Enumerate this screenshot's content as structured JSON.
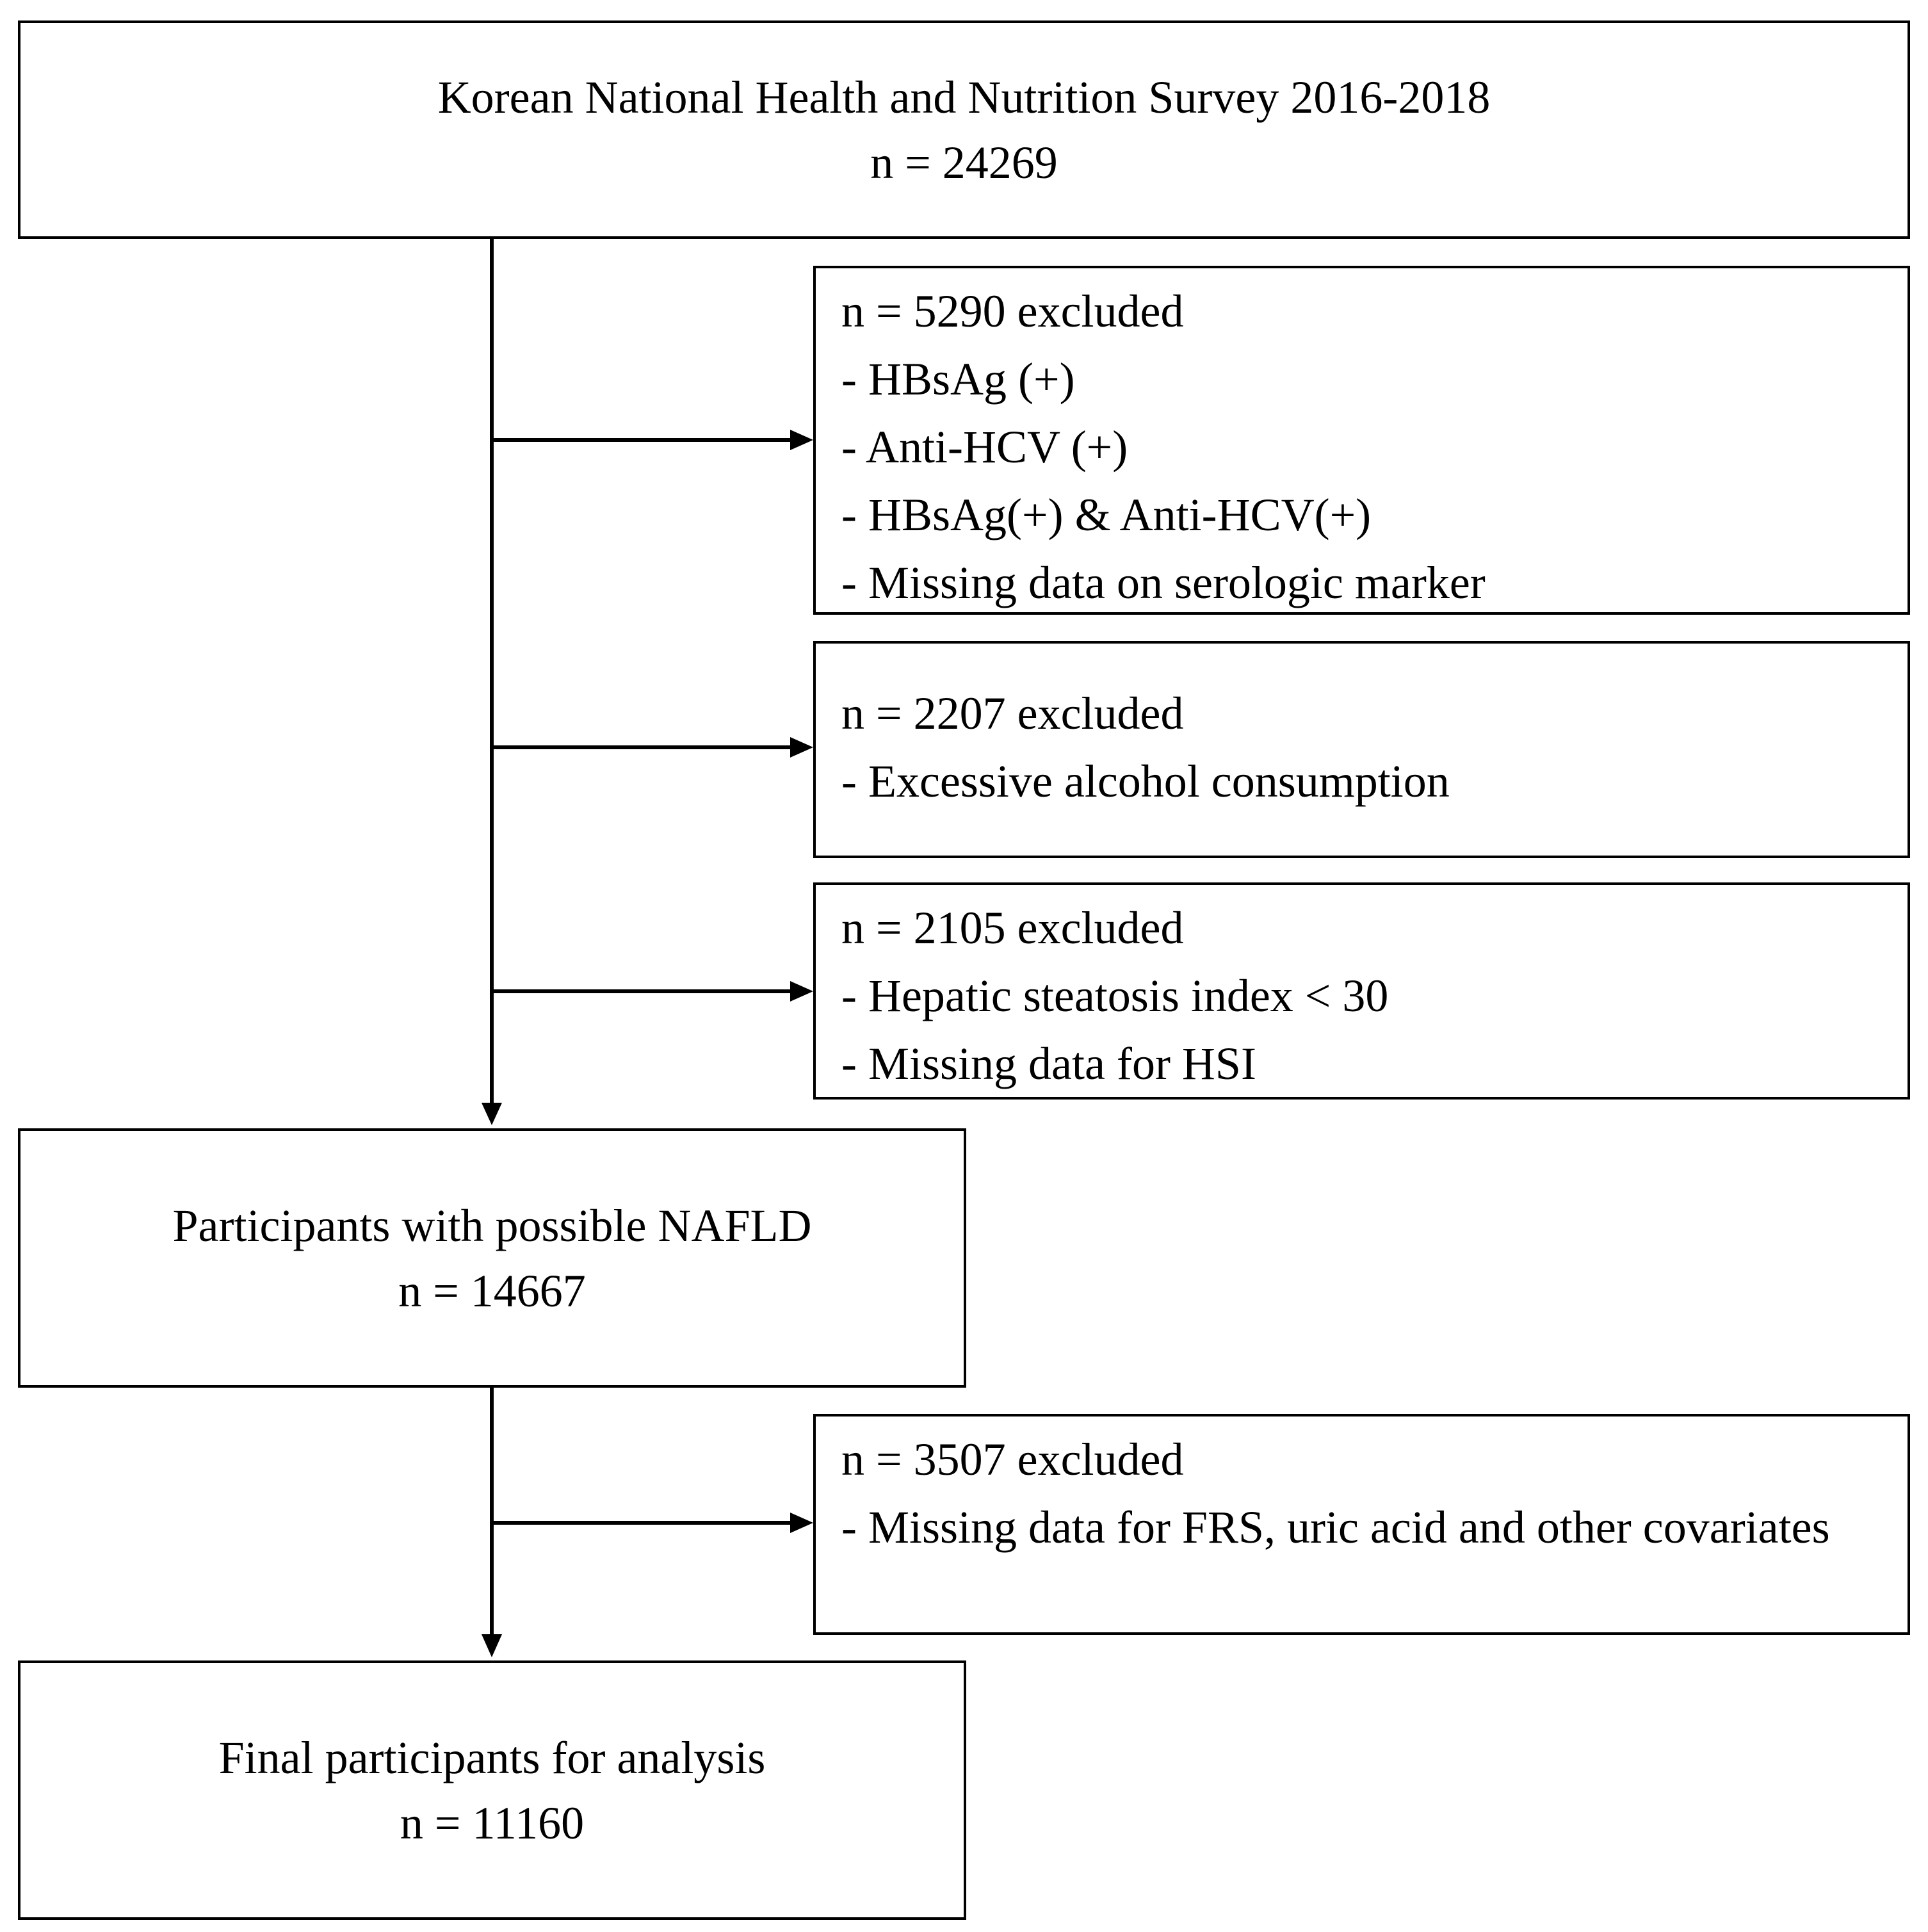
{
  "flowchart": {
    "source": {
      "title": "Korean National Health and Nutrition Survey 2016-2018",
      "count": "n = 24269"
    },
    "exclusion_1": {
      "count": "n = 5290 excluded",
      "reasons": [
        "- HBsAg (+)",
        "- Anti-HCV (+)",
        "- HBsAg(+) & Anti-HCV(+)",
        "- Missing data on serologic marker"
      ]
    },
    "exclusion_2": {
      "count": "n = 2207 excluded",
      "reasons": [
        "- Excessive alcohol consumption"
      ]
    },
    "exclusion_3": {
      "count": "n = 2105 excluded",
      "reasons": [
        "- Hepatic steatosis index < 30",
        "- Missing data for HSI"
      ]
    },
    "intermediate": {
      "title": "Participants with possible NAFLD",
      "count": "n = 14667"
    },
    "exclusion_4": {
      "count": "n = 3507 excluded",
      "reasons": [
        "- Missing data for FRS, uric acid and other covariates"
      ]
    },
    "final": {
      "title": "Final participants for analysis",
      "count": "n = 11160"
    }
  },
  "colors": {
    "line": "#000000",
    "background": "#ffffff"
  }
}
